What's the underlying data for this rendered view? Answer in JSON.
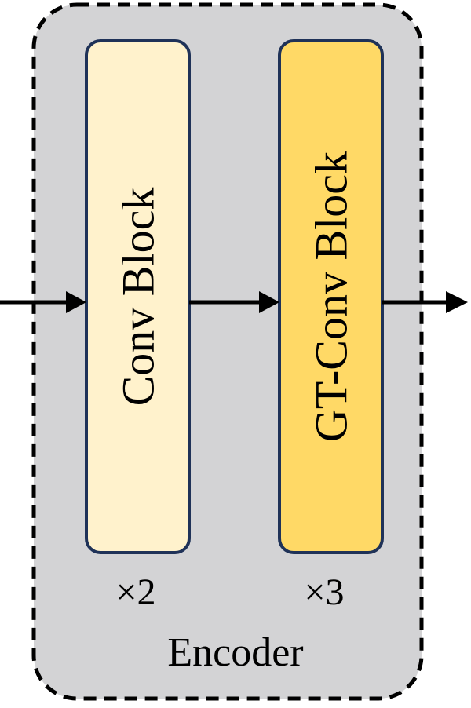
{
  "encoder": {
    "label": "Encoder",
    "background_color": "#d3d3d5",
    "border_color": "#000000"
  },
  "blocks": [
    {
      "label": "Conv Block",
      "multiplier": "×2",
      "fill_color": "#fff2cc",
      "border_color": "#1f3258"
    },
    {
      "label": "GT-Conv Block",
      "multiplier": "×3",
      "fill_color": "#ffd966",
      "border_color": "#1f3258"
    }
  ],
  "arrow_color": "#000000"
}
